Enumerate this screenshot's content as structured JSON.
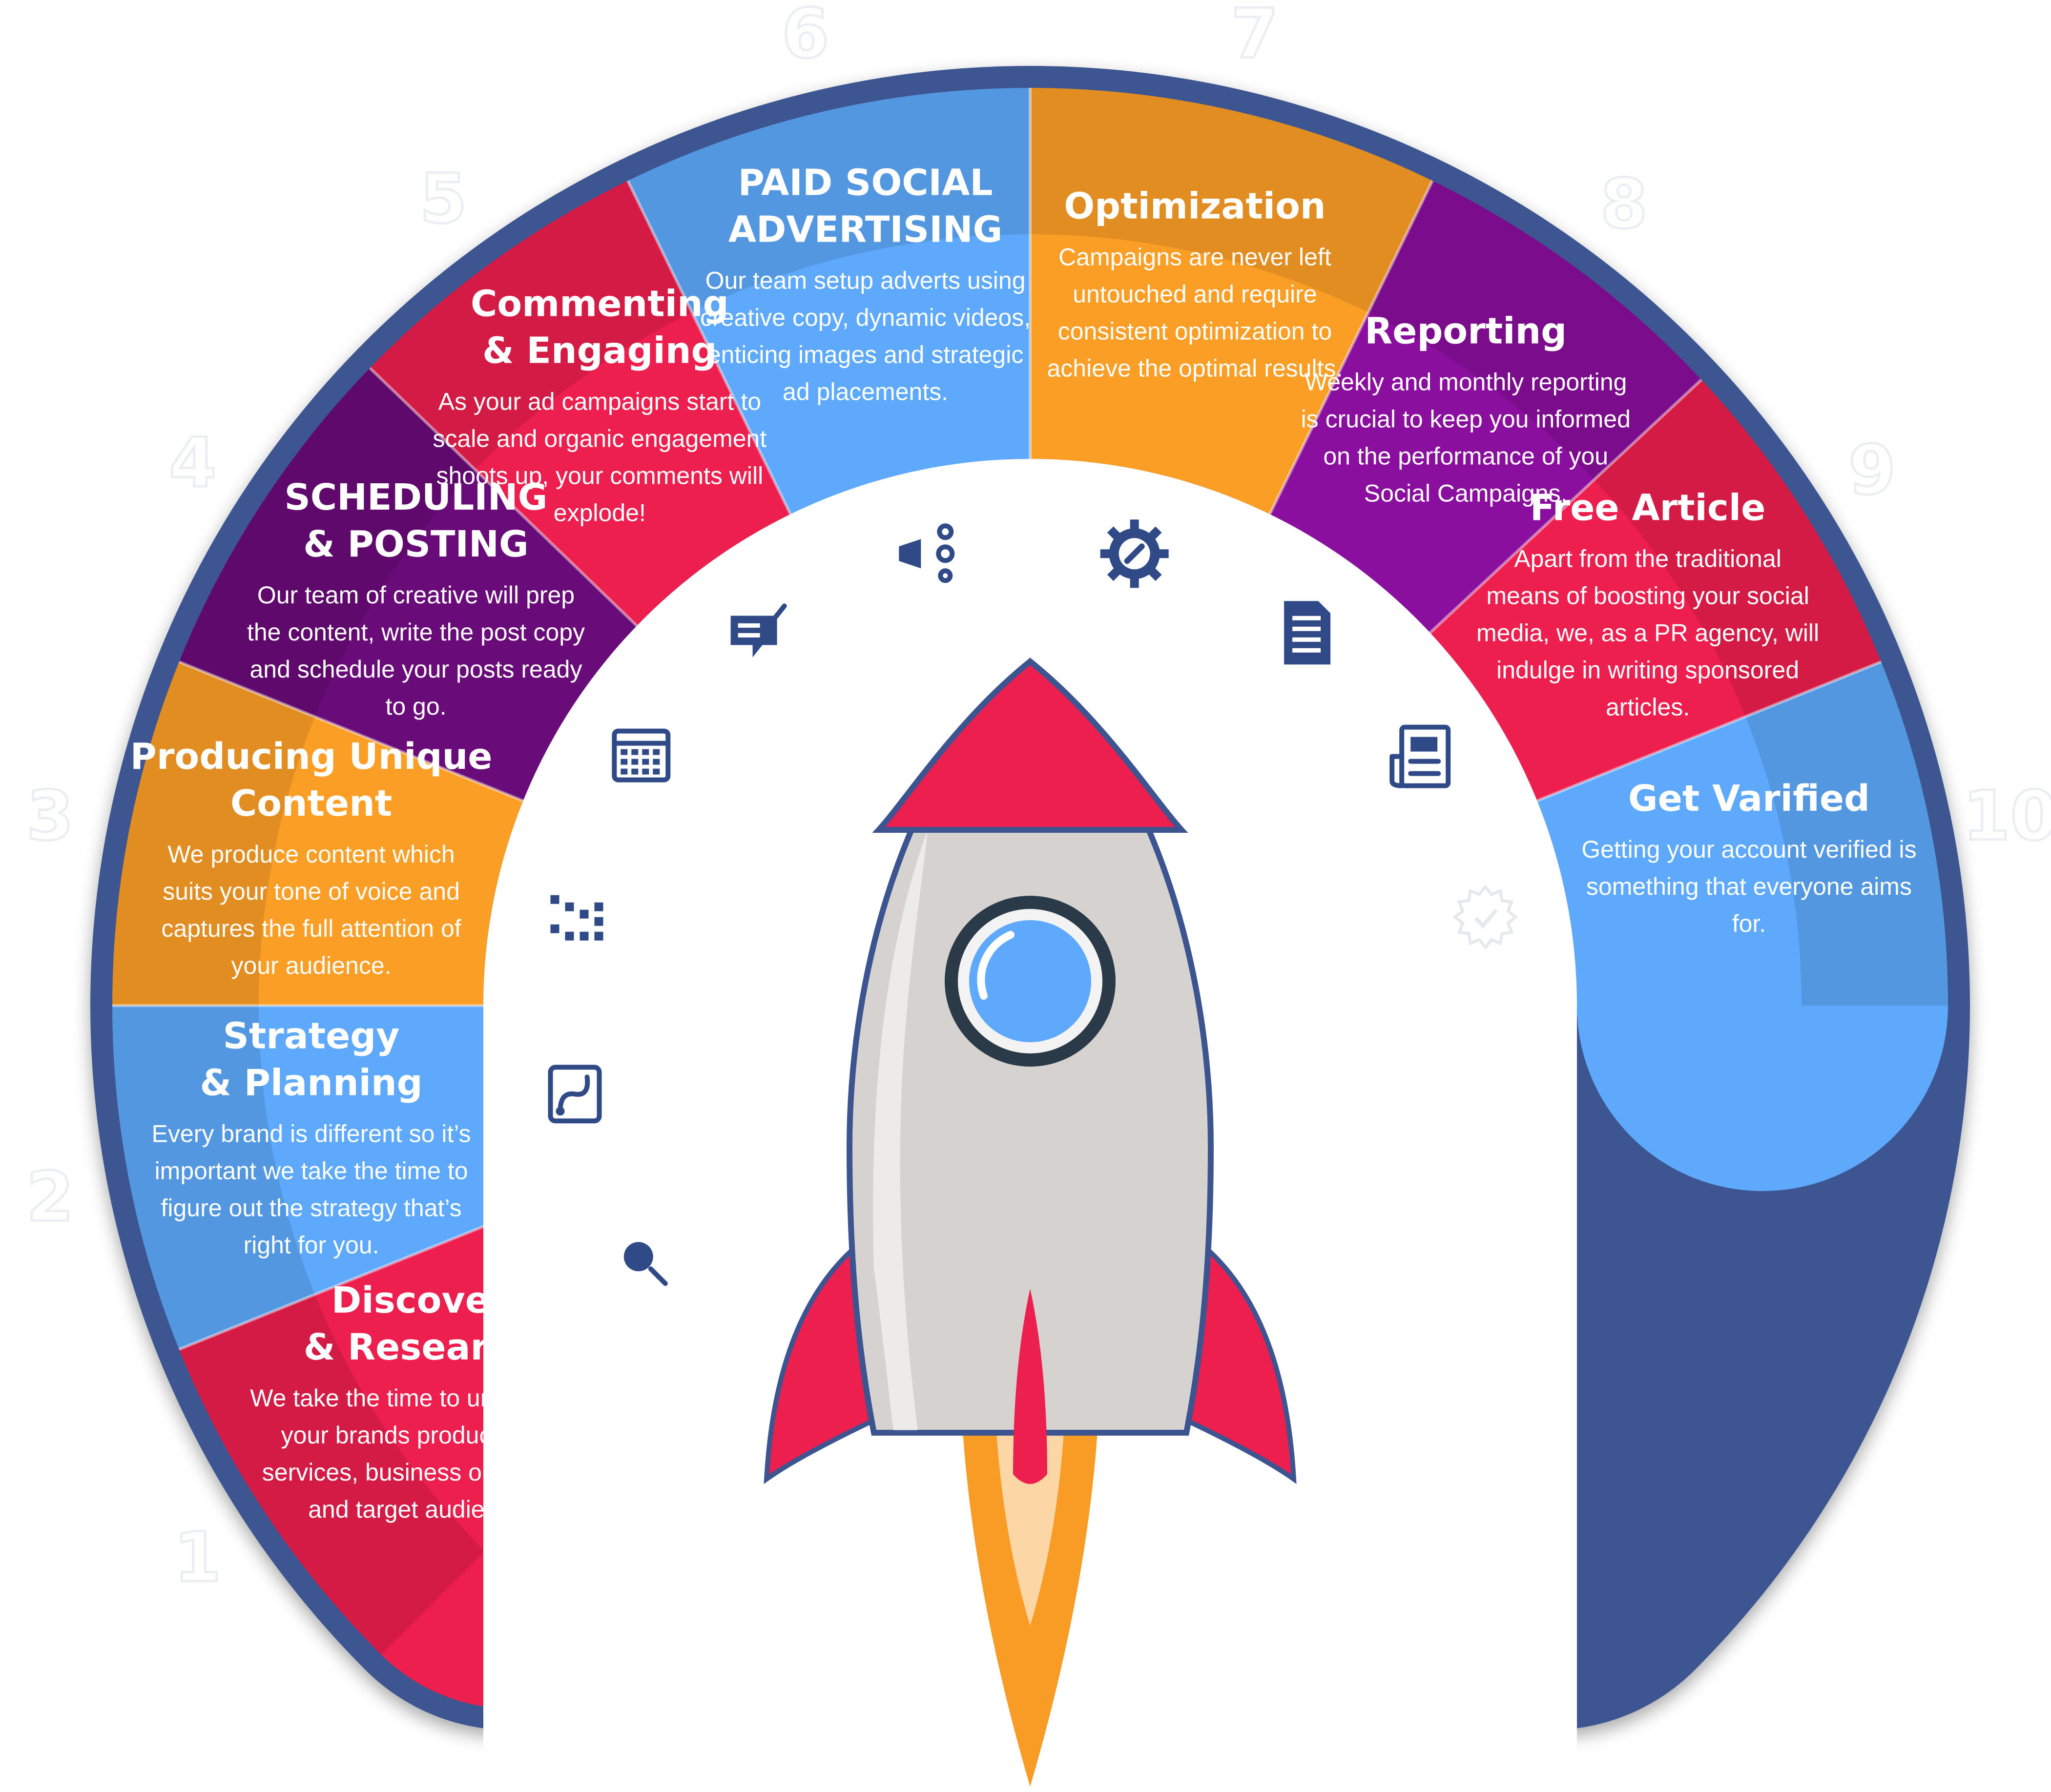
{
  "steps": [
    {
      "number": "1",
      "title": [
        "Discover",
        "& Research"
      ],
      "desc": [
        "We take the time to understand",
        "your brands products and",
        "services, business objectives",
        "and target audience."
      ],
      "color": "#ec1f4e",
      "icon": "magnifier-icon"
    },
    {
      "number": "2",
      "title": [
        "Strategy",
        "& Planning"
      ],
      "desc": [
        "Every brand is different so it’s",
        "important we take the time to",
        "figure out the strategy that’s",
        "right for you."
      ],
      "color": "#5ea9fb",
      "icon": "strategy-path-icon"
    },
    {
      "number": "3",
      "title": [
        "Producing Unique",
        "Content"
      ],
      "desc": [
        "We produce content which",
        "suits your tone of voice and",
        "captures the full attention of",
        "your audience."
      ],
      "color": "#fb9e26",
      "icon": "pixel-grid-icon"
    },
    {
      "number": "4",
      "title": [
        "SCHEDULING",
        "& POSTING"
      ],
      "desc": [
        "Our team of creative  will prep",
        "the content, write the post copy",
        "and schedule your posts ready",
        "to go."
      ],
      "color": "#690b78",
      "icon": "calendar-icon"
    },
    {
      "number": "5",
      "title": [
        "Commenting",
        "& Engaging"
      ],
      "desc": [
        "As your ad campaigns start to",
        "scale and organic engagement",
        "shoots up, your comments will",
        "explode!"
      ],
      "color": "#ec1f4e",
      "icon": "comment-edit-icon"
    },
    {
      "number": "6",
      "title": [
        "PAID SOCIAL",
        "ADVERTISING"
      ],
      "desc": [
        "Our team setup adverts using",
        "creative copy, dynamic videos,",
        "enticing images and strategic",
        "ad placements."
      ],
      "color": "#5ea9fb",
      "icon": "megaphone-icon"
    },
    {
      "number": "7",
      "title": [
        "Optimization"
      ],
      "desc": [
        "Campaigns are never left",
        "untouched and require",
        "consistent optimization to",
        "achieve the optimal results."
      ],
      "color": "#fb9e26",
      "icon": "gear-wrench-icon"
    },
    {
      "number": "8",
      "title": [
        "Reporting"
      ],
      "desc": [
        "Weekly and monthly reporting",
        "is crucial to keep you informed",
        "on the performance of you",
        "Social Campaigns."
      ],
      "color": "#8a0f9e",
      "icon": "report-document-icon"
    },
    {
      "number": "9",
      "title": [
        "Free Article"
      ],
      "desc": [
        "Apart from the traditional",
        "means of boosting your social",
        "media, we, as a PR agency, will",
        "indulge in writing sponsored",
        "articles."
      ],
      "color": "#ec1f4e",
      "icon": "newspaper-icon"
    },
    {
      "number": "10",
      "title": [
        "Get Varified"
      ],
      "desc": [
        "Getting your account verified is",
        "something that everyone aims",
        "for."
      ],
      "color": "#5ea9fb",
      "icon": "verified-badge-icon"
    }
  ],
  "colors": {
    "border": "#3c5590",
    "rocket_red": "#ec1f4e",
    "rocket_body": "#d6d2cf",
    "window_blue": "#5ea9fb",
    "window_rim": "#2b3a48",
    "flame_orange": "#f99c26",
    "icon_blue": "#2f4a86"
  }
}
